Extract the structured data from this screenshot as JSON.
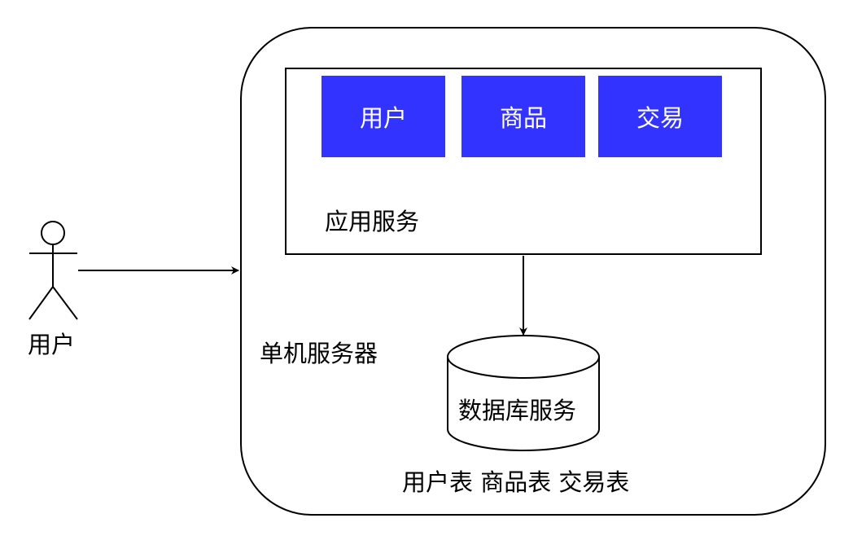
{
  "actor": {
    "label": "用户"
  },
  "server": {
    "label": "单机服务器"
  },
  "app_service": {
    "label": "应用服务",
    "modules": [
      "用户",
      "商品",
      "交易"
    ]
  },
  "database": {
    "label": "数据库服务",
    "tables_label": "用户表 商品表 交易表"
  },
  "colors": {
    "module_fill": "#3333ff",
    "module_text": "#ffffff",
    "stroke": "#000000"
  }
}
